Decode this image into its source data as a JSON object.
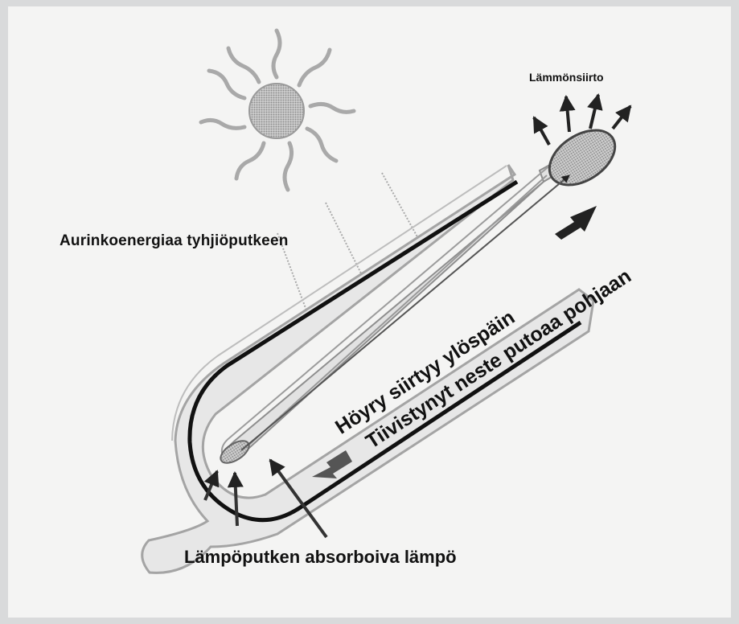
{
  "labels": {
    "heat_transfer": "Lämmönsiirto",
    "solar_energy": "Aurinkoenergiaa tyhjiöputkeen",
    "vapor_rises": "Höyry siirtyy ylöspäin",
    "condensate_falls": "Tiivistynyt neste putoaa pohjaan",
    "absorbed_heat": "Lämpöputken absorboiva lämpö"
  },
  "colors": {
    "background": "#f4f4f3",
    "ink": "#111111",
    "sun": "#a7a7a7",
    "glass": "#bdbdbd",
    "condenser": "#9a9a9a"
  }
}
